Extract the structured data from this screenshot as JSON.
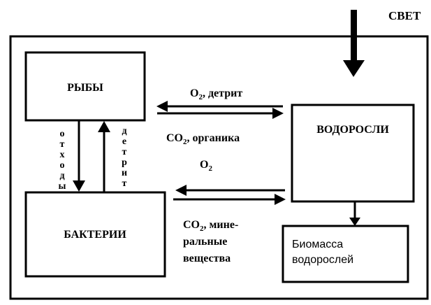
{
  "light_label": "СВЕТ",
  "boxes": {
    "fish": "РЫБЫ",
    "bacteria": "БАКТЕРИИ",
    "algae": "ВОДОРОСЛИ",
    "biomass_line1": "Биомасса",
    "biomass_line2": "водорослей"
  },
  "vertical_labels": {
    "waste": [
      "о",
      "т",
      "х",
      "о",
      "д",
      "ы"
    ],
    "detritus": [
      "д",
      "е",
      "т",
      "р",
      "и",
      "т"
    ]
  },
  "flows": {
    "top_upper_prefix": "O",
    "top_upper_sub": "2",
    "top_upper_suffix": ", детрит",
    "top_lower_prefix": "CO",
    "top_lower_sub": "2",
    "top_lower_suffix": ", органика",
    "bottom_upper_prefix": "O",
    "bottom_upper_sub": "2",
    "bottom_lower_prefix": "CO",
    "bottom_lower_sub": "2",
    "bottom_lower_suffix": ", мине-",
    "bottom_lower_line2": "ральные",
    "bottom_lower_line3": "вещества"
  }
}
